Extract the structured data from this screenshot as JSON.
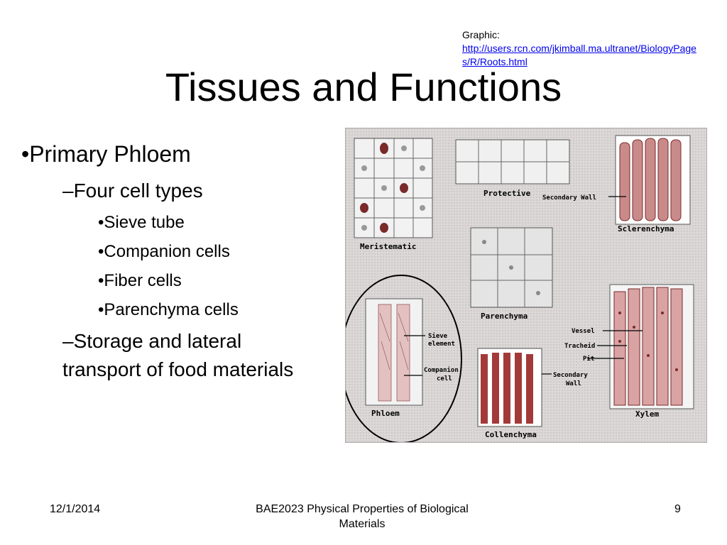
{
  "credit": {
    "label": "Graphic:",
    "url": "http://users.rcn.com/jkimball.ma.ultranet/BiologyPages/R/Roots.html"
  },
  "title": "Tissues and Functions",
  "bullets": {
    "level1": "•Primary Phloem",
    "level2": "–Four cell types",
    "cell_types": [
      "•Sieve tube",
      "•Companion cells",
      "•Fiber cells",
      "•Parenchyma cells"
    ],
    "level2b": "–Storage and lateral transport of food materials"
  },
  "figure": {
    "labels": {
      "meristematic": "Meristematic",
      "protective": "Protective",
      "secondary_wall_top": "Secondary Wall",
      "sclerenchyma": "Sclerenchyma",
      "parenchyma": "Parenchyma",
      "sieve": "Sieve",
      "element": "element",
      "companion": "Companion",
      "cell": "cell",
      "phloem": "Phloem",
      "secondary": "Secondary",
      "wall": "Wall",
      "collenchyma": "Collenchyma",
      "vessel": "Vessel",
      "tracheid": "Tracheid",
      "pit": "Pit",
      "xylem": "Xylem"
    },
    "colors": {
      "wall_red": "#a33a3a",
      "cell_gray": "#eeeeee",
      "circle": "#000000"
    }
  },
  "footer": {
    "date": "12/1/2014",
    "course": "BAE2023 Physical Properties of Biological Materials",
    "page": "9"
  }
}
